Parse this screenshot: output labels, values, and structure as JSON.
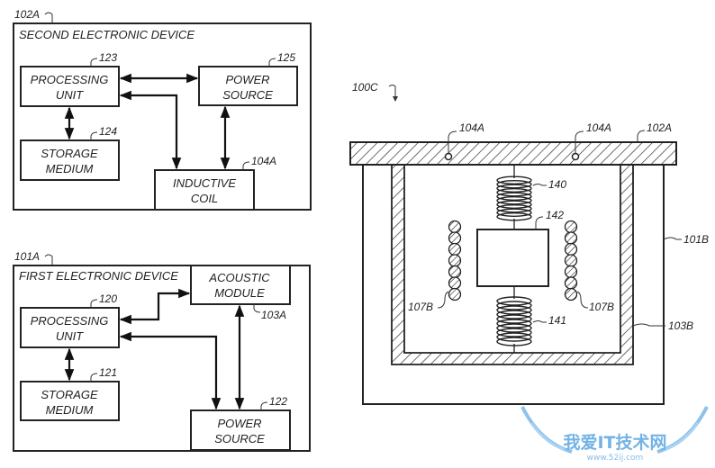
{
  "diagram_title": "Inductive charging via acoustic module - patent figures",
  "colors": {
    "line": "#222222",
    "watermark": "#7ab8e8"
  },
  "second_device": {
    "ref": "102A",
    "title": "SECOND ELECTRONIC DEVICE",
    "blocks": {
      "processing": {
        "ref": "123",
        "line1": "PROCESSING",
        "line2": "UNIT"
      },
      "power": {
        "ref": "125",
        "line1": "POWER",
        "line2": "SOURCE"
      },
      "storage": {
        "ref": "124",
        "line1": "STORAGE",
        "line2": "MEDIUM"
      },
      "coil": {
        "ref": "104A",
        "line1": "INDUCTIVE",
        "line2": "COIL"
      }
    }
  },
  "first_device": {
    "ref": "101A",
    "title": "FIRST ELECTRONIC DEVICE",
    "blocks": {
      "processing": {
        "ref": "120",
        "line1": "PROCESSING",
        "line2": "UNIT"
      },
      "acoustic": {
        "ref": "103A",
        "line1": "ACOUSTIC",
        "line2": "MODULE"
      },
      "storage": {
        "ref": "121",
        "line1": "STORAGE",
        "line2": "MEDIUM"
      },
      "power": {
        "ref": "122",
        "line1": "POWER",
        "line2": "SOURCE"
      }
    }
  },
  "assembly": {
    "ref": "100C",
    "plate_ref": "102A",
    "coil_refs": [
      "104A",
      "104A"
    ],
    "housing_ref": "101B",
    "inner_housing_ref": "103B",
    "upper_spring_ref": "140",
    "lower_spring_ref": "141",
    "mass_ref": "142",
    "magnet_coil_refs": [
      "107B",
      "107B"
    ]
  },
  "watermark": {
    "title": "我爱IT技术网",
    "url": "www.52ij.com"
  }
}
